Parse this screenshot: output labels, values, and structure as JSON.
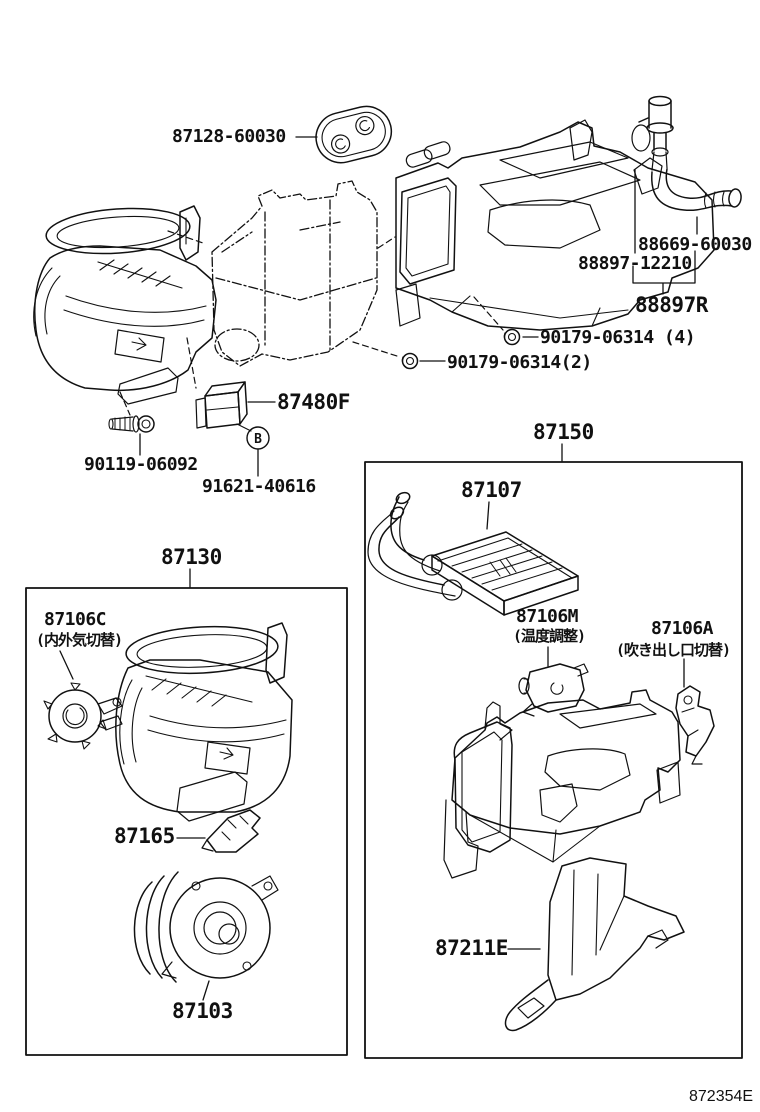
{
  "doc_code": "872354E",
  "symbols": {
    "bolt_b": "B"
  },
  "callouts": {
    "grommet": "87128-60030",
    "hose": "88669-60030",
    "water_valve": "88897-12210",
    "valve_assy": "88897R",
    "nut_4": "90179-06314 (4)",
    "nut_2": "90179-06314(2)",
    "amplifier": "87480F",
    "screw": "90119-06092",
    "bolt": "91621-40616",
    "blower_assy": "87130",
    "servo_intake": "87106C",
    "servo_intake_note": "(内外気切替)",
    "resistor": "87165",
    "blower_motor": "87103",
    "heater_assy": "87150",
    "heater_core": "87107",
    "servo_temp": "87106M",
    "servo_temp_note": "(温度調整)",
    "servo_mode": "87106A",
    "servo_mode_note": "(吹き出し口切替)",
    "duct": "87211E"
  }
}
